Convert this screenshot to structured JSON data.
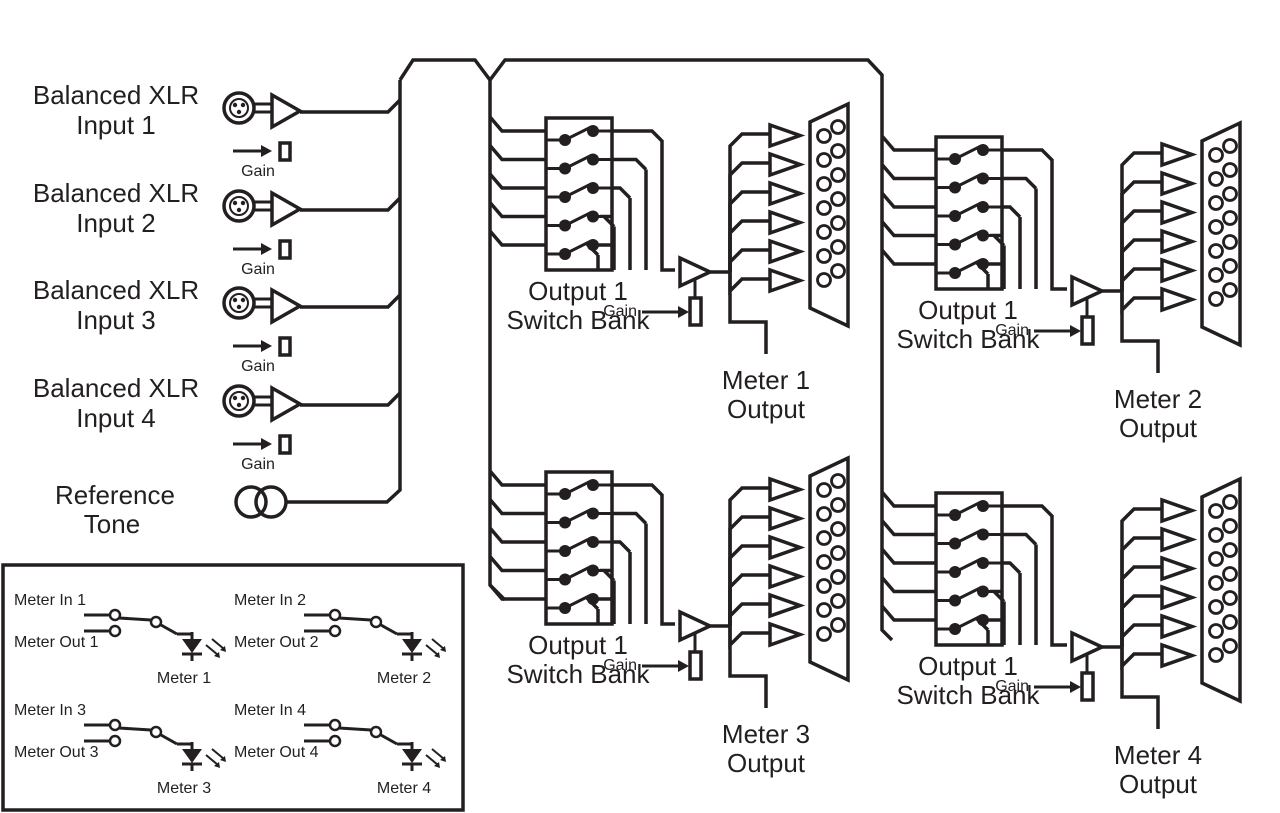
{
  "colors": {
    "ink": "#231f20",
    "background": "#ffffff"
  },
  "inputs": [
    {
      "line1": "Balanced XLR",
      "line2": "Input 1",
      "gain": "Gain"
    },
    {
      "line1": "Balanced XLR",
      "line2": "Input 2",
      "gain": "Gain"
    },
    {
      "line1": "Balanced XLR",
      "line2": "Input 3",
      "gain": "Gain"
    },
    {
      "line1": "Balanced XLR",
      "line2": "Input 4",
      "gain": "Gain"
    }
  ],
  "reference": {
    "line1": "Reference",
    "line2": "Tone"
  },
  "outputs": [
    {
      "bank1": "Output 1",
      "bank2": "Switch Bank",
      "gain": "Gain",
      "meter1": "Meter 1",
      "meter2": "Output"
    },
    {
      "bank1": "Output 1",
      "bank2": "Switch Bank",
      "gain": "Gain",
      "meter1": "Meter 2",
      "meter2": "Output"
    },
    {
      "bank1": "Output 1",
      "bank2": "Switch Bank",
      "gain": "Gain",
      "meter1": "Meter 3",
      "meter2": "Output"
    },
    {
      "bank1": "Output 1",
      "bank2": "Switch Bank",
      "gain": "Gain",
      "meter1": "Meter 4",
      "meter2": "Output"
    }
  ],
  "legend": [
    {
      "in": "Meter In 1",
      "out": "Meter Out 1",
      "meter": "Meter 1"
    },
    {
      "in": "Meter In 2",
      "out": "Meter Out 2",
      "meter": "Meter 2"
    },
    {
      "in": "Meter In 3",
      "out": "Meter Out 3",
      "meter": "Meter 3"
    },
    {
      "in": "Meter In 4",
      "out": "Meter Out 4",
      "meter": "Meter 4"
    }
  ]
}
